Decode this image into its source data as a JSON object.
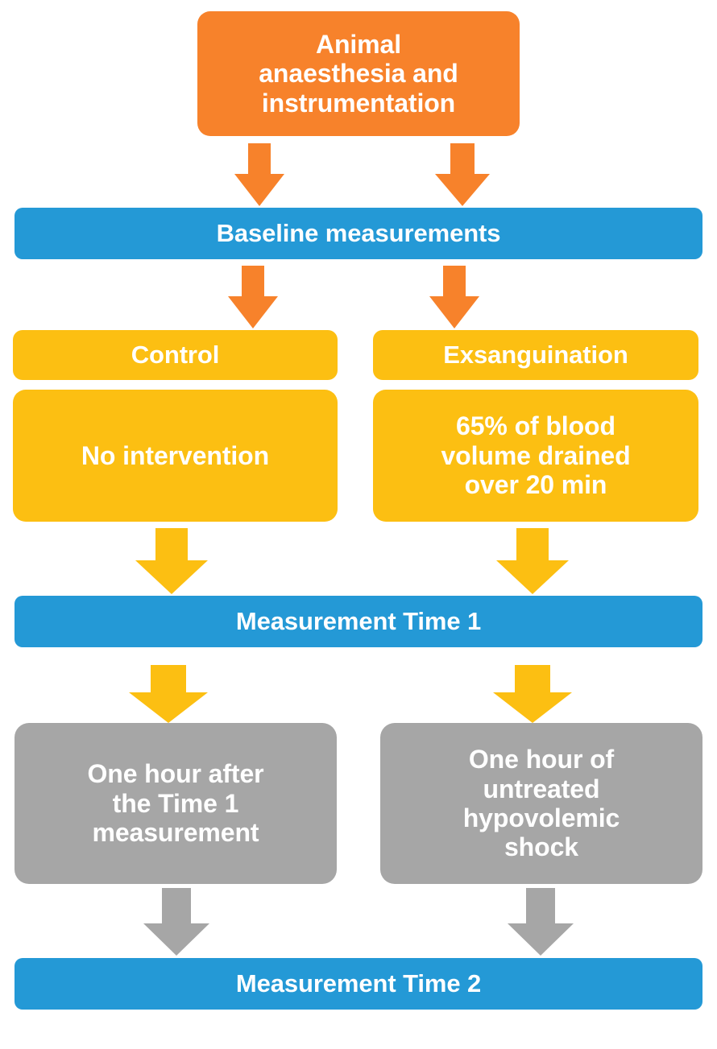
{
  "figure": {
    "title": "Experimental protocol flowchart",
    "type": "flowchart",
    "orientation": "top-to-bottom",
    "background": "#FFFFFF"
  },
  "colors": {
    "orange": "#F7822B",
    "blue": "#2499D6",
    "yellow": "#FCBF12",
    "gray": "#A6A6A6",
    "text": "#FFFFFF"
  },
  "nodes": {
    "start": {
      "label": "Animal\nanaesthesia and\ninstrumentation",
      "color": "#F7822B"
    },
    "baseline": {
      "label": "Baseline measurements",
      "color": "#2499D6"
    },
    "control_group": {
      "label": "Control",
      "color": "#FCBF12"
    },
    "control_detail": {
      "label": "No intervention",
      "color": "#FCBF12"
    },
    "exsanguination_group": {
      "label": "Exsanguination",
      "color": "#FCBF12"
    },
    "exsanguination_detail": {
      "label": "65% of blood\nvolume drained\nover 20 min",
      "color": "#FCBF12"
    },
    "measurement_time_1": {
      "label": "Measurement Time 1",
      "color": "#2499D6"
    },
    "control_wait": {
      "label": "One hour after\nthe Time 1\nmeasurement",
      "color": "#A6A6A6"
    },
    "shock_wait": {
      "label": "One hour of\nuntreated\nhypovolemic\nshock",
      "color": "#A6A6A6"
    },
    "measurement_time_2": {
      "label": "Measurement Time 2",
      "color": "#2499D6"
    }
  },
  "arrows": [
    {
      "name": "start-to-baseline-left",
      "color": "#F7822B"
    },
    {
      "name": "start-to-baseline-right",
      "color": "#F7822B"
    },
    {
      "name": "baseline-to-control",
      "color": "#F7822B"
    },
    {
      "name": "baseline-to-exsanguination",
      "color": "#F7822B"
    },
    {
      "name": "control-to-time1",
      "color": "#FCBF12"
    },
    {
      "name": "exsanguination-to-time1",
      "color": "#FCBF12"
    },
    {
      "name": "time1-to-control-wait",
      "color": "#FCBF12"
    },
    {
      "name": "time1-to-shock-wait",
      "color": "#FCBF12"
    },
    {
      "name": "control-wait-to-time2",
      "color": "#A6A6A6"
    },
    {
      "name": "shock-wait-to-time2",
      "color": "#A6A6A6"
    }
  ]
}
